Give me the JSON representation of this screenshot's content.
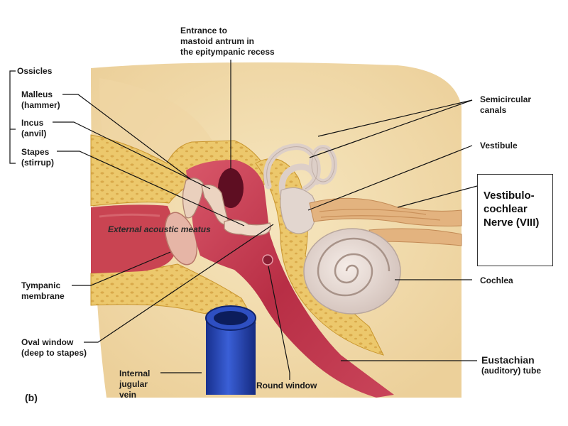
{
  "figure_tag": "(b)",
  "labels": {
    "entrance": [
      "Entrance to",
      "mastoid antrum in",
      "the epitympanic recess"
    ],
    "ossicles": "Ossicles",
    "malleus": [
      "Malleus",
      "(hammer)"
    ],
    "incus": [
      "Incus",
      "(anvil)"
    ],
    "stapes": [
      "Stapes",
      "(stirrup)"
    ],
    "external_meatus": [
      "External",
      "acoustic",
      "meatus"
    ],
    "tympanic": [
      "Tympanic",
      "membrane"
    ],
    "oval_window": [
      "Oval window",
      "(deep to stapes)"
    ],
    "internal_jugular": [
      "Internal",
      "jugular",
      "vein"
    ],
    "round_window": "Round window",
    "semicircular": [
      "Semicircular",
      "canals"
    ],
    "vestibule": "Vestibule",
    "nerve": [
      "Vestibulo-",
      "cochlear",
      "Nerve (VIII)"
    ],
    "cochlea": "Cochlea",
    "eustachian": "Eustachian",
    "auditory_tube": "(auditory) tube"
  },
  "colors": {
    "background": "#ffffff",
    "tissue": "#f1dcaa",
    "bone": "#e9c66a",
    "canal_red": "#c2384f",
    "vein_blue": "#1f3aa3",
    "inner_ear": "#e8ddd6",
    "nerve": "#e1b482"
  }
}
